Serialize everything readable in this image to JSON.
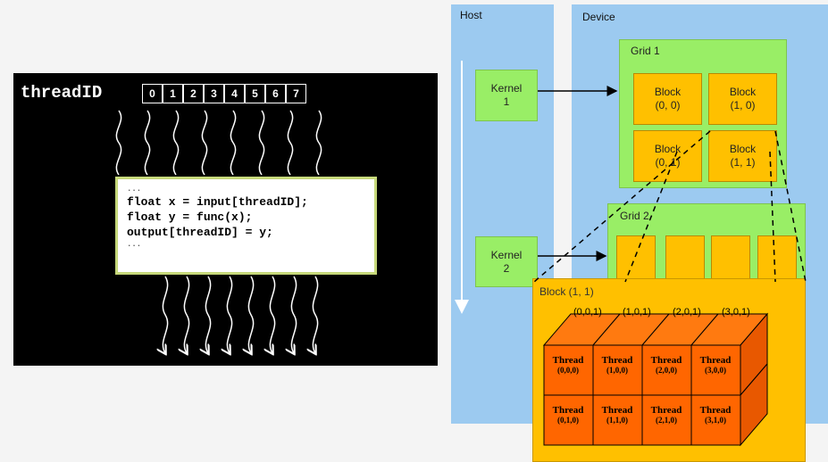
{
  "left": {
    "thread_label": "threadID",
    "ids": [
      "0",
      "1",
      "2",
      "3",
      "4",
      "5",
      "6",
      "7"
    ],
    "code": {
      "top_dots": "...",
      "lines": [
        "float x = input[threadID];",
        "float y = func(x);",
        "output[threadID] = y;"
      ],
      "bottom_dots": "..."
    }
  },
  "right": {
    "host_title": "Host",
    "device_title": "Device",
    "kernel1": [
      "Kernel",
      "1"
    ],
    "kernel2": [
      "Kernel",
      "2"
    ],
    "grid1_title": "Grid 1",
    "grid2_title": "Grid 2",
    "blocks": [
      [
        "Block",
        "(0, 0)"
      ],
      [
        "Block",
        "(1, 0)"
      ],
      [
        "Block",
        "(0, 1)"
      ],
      [
        "Block",
        "(1, 1)"
      ]
    ],
    "zoom_title": "Block (1, 1)",
    "back_labels": [
      "(0,0,1)",
      "(1,0,1)",
      "(2,0,1)",
      "(3,0,1)"
    ],
    "threads": [
      [
        "Thread",
        "(0,0,0)"
      ],
      [
        "Thread",
        "(1,0,0)"
      ],
      [
        "Thread",
        "(2,0,0)"
      ],
      [
        "Thread",
        "(3,0,0)"
      ],
      [
        "Thread",
        "(0,1,0)"
      ],
      [
        "Thread",
        "(1,1,0)"
      ],
      [
        "Thread",
        "(2,1,0)"
      ],
      [
        "Thread",
        "(3,1,0)"
      ]
    ]
  },
  "colors": {
    "host_device": "#9ccaf0",
    "green": "#99ee66",
    "orange": "#ffc000",
    "thread_orange": "#ff6600"
  }
}
